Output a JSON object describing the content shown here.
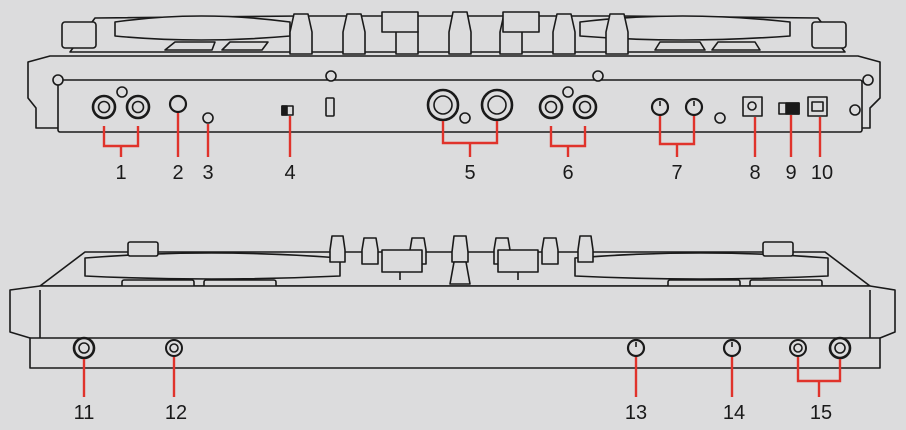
{
  "colors": {
    "background": "#dcdcdd",
    "outline": "#1a1a1a",
    "callout": "#e0332b",
    "label": "#1a1a1a"
  },
  "callouts": [
    {
      "number": "1"
    },
    {
      "number": "2"
    },
    {
      "number": "3"
    },
    {
      "number": "4"
    },
    {
      "number": "5"
    },
    {
      "number": "6"
    },
    {
      "number": "7"
    },
    {
      "number": "8"
    },
    {
      "number": "9"
    },
    {
      "number": "10"
    },
    {
      "number": "11"
    },
    {
      "number": "12"
    },
    {
      "number": "13"
    },
    {
      "number": "14"
    },
    {
      "number": "15"
    }
  ]
}
